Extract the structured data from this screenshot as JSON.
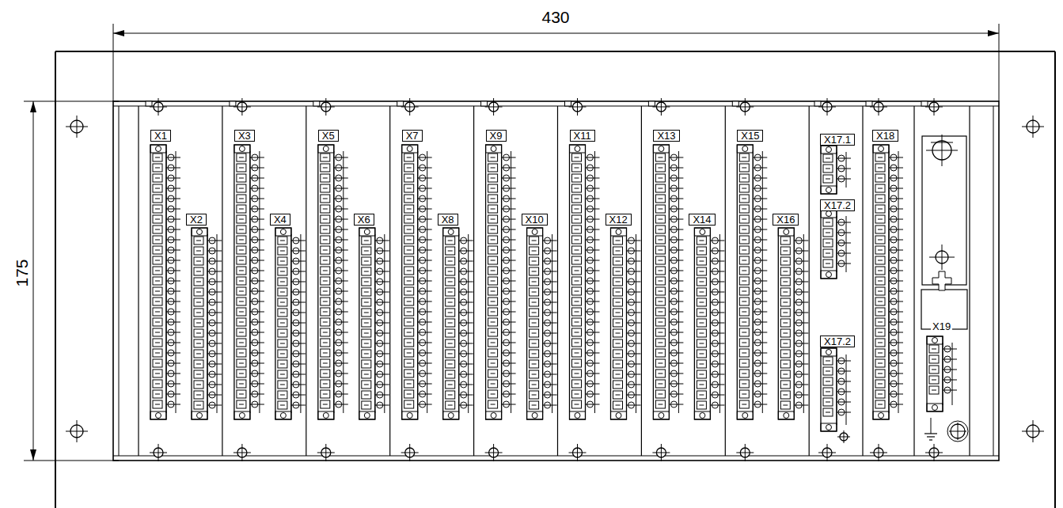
{
  "diagram": {
    "labels": [
      "430",
      "175",
      "X1",
      "X2",
      "X3",
      "X4",
      "X5",
      "X6",
      "X7",
      "X8",
      "X9",
      "X10",
      "X11",
      "X12",
      "X13",
      "X14",
      "X15",
      "X16",
      "X17.1",
      "X17.2",
      "X17.2",
      "X18",
      "X19"
    ]
  }
}
